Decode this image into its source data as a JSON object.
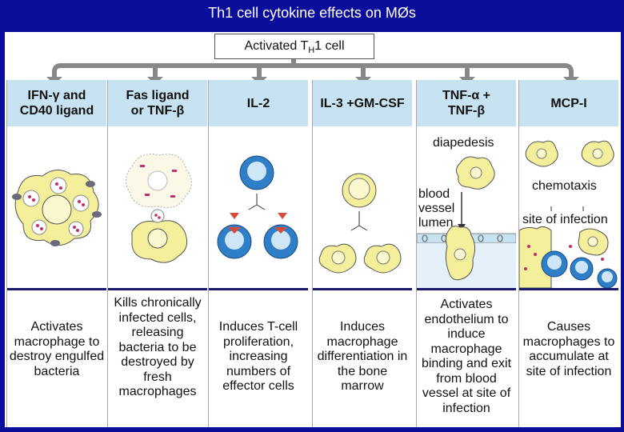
{
  "title": "Th1 cell cytokine effects on MØs",
  "root": {
    "text": "Activated T",
    "sub": "H",
    "suffix": "1 cell"
  },
  "columns": [
    {
      "head_line1": "IFN-γ and",
      "head_line2": "CD40 ligand",
      "description": "Activates macrophage to destroy engulfed bacteria"
    },
    {
      "head_line1": "Fas ligand",
      "head_line2": "or TNF-β",
      "description": "Kills chronically infected cells, releasing bacteria to be destroyed by fresh macrophages"
    },
    {
      "head_line1": "IL-2",
      "head_line2": "",
      "description": "Induces T-cell proliferation, increasing numbers of effector cells"
    },
    {
      "head_line1": "IL-3 +GM-CSF",
      "head_line2": "",
      "description": "Induces macrophage differentiation in the bone marrow"
    },
    {
      "head_line1": "TNF-α +",
      "head_line2": "TNF-β",
      "description": "Activates endothelium to induce macrophage binding and exit from blood vessel at site of infection"
    },
    {
      "head_line1": "MCP-I",
      "head_line2": "",
      "description": "Causes macrophages to accumulate at site of infection"
    }
  ],
  "labels": {
    "diapedesis": "diapedesis",
    "blood": "blood",
    "vessel": "vessel",
    "lumen": "lumen",
    "chemotaxis": "chemotaxis",
    "site": "site of infection"
  },
  "colors": {
    "background": "#0a0e9a",
    "header_fill": "#c7e3f2",
    "macrophage": "#f4ef9a",
    "tcell": "#2e7fc8",
    "arrow": "#888888"
  }
}
